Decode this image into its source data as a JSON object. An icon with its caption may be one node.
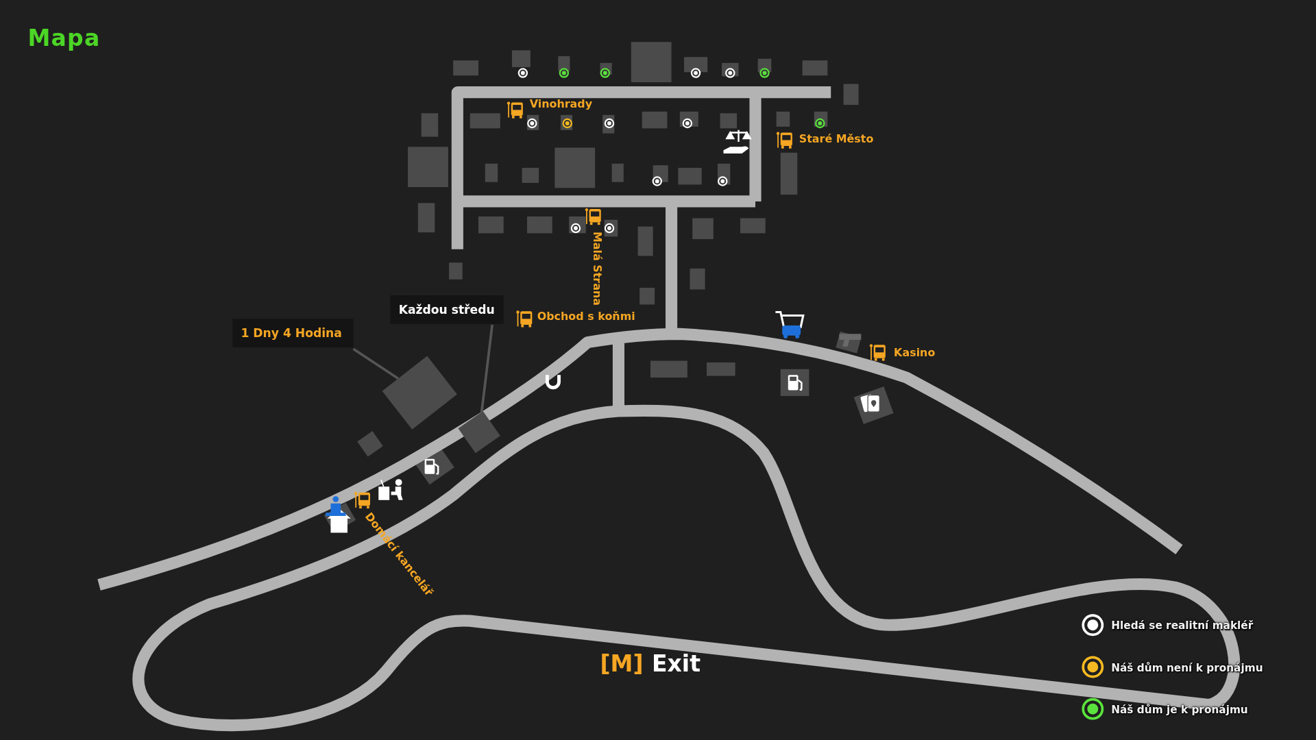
{
  "diagram": {
    "title": "Mapa",
    "nodes": [
      {
        "text": [
          "1 Dny 4 Hodina"
        ]
      },
      {
        "text": [
          "Každou středu"
        ]
      },
      {
        "text": [],
        "shape": "box"
      },
      {
        "text": [],
        "shape": "box"
      }
    ],
    "edges": [
      {
        "from": 0,
        "to": 2,
        "arrow": "none"
      },
      {
        "from": 1,
        "to": 3,
        "arrow": "none"
      }
    ],
    "labels": [
      "Vinohrady",
      "Staré Město",
      "Malá Strana",
      "Obchod s koňmi",
      "Kasino",
      "Domácí kancelář",
      "[M]",
      "Exit"
    ],
    "legend": [
      {
        "text": "Hledá se realitní makléř",
        "color": "#ffffff"
      },
      {
        "text": "Náš dům není k pronájmu",
        "color": "#f5b921"
      },
      {
        "text": "Náš dům je k pronájmu",
        "color": "#5ae33c"
      }
    ]
  }
}
